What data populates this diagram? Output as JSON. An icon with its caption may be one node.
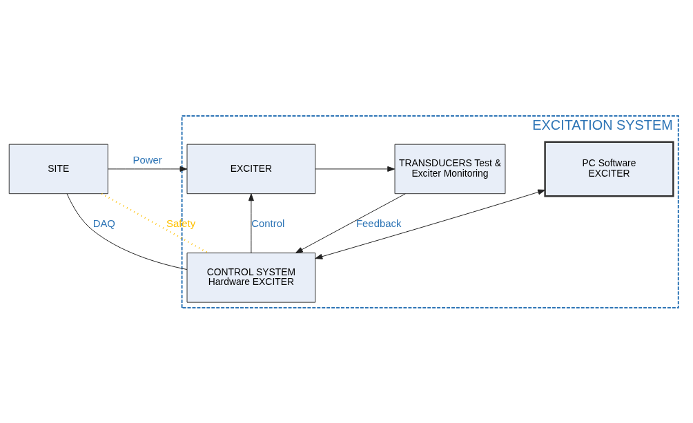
{
  "diagram": {
    "nodes": [
      {
        "text": [
          "EXCITATION SYSTEM"
        ]
      },
      {
        "text": [
          "PC Software EXCITER"
        ],
        "in": 0
      },
      {
        "text": [
          "CONTROL SYSTEM Hardware EXCITER"
        ],
        "in": 0
      },
      {
        "text": [
          "EXCITER"
        ],
        "in": 0
      },
      {
        "text": [
          "TRANSDUCERS Test & Exciter Monitoring"
        ],
        "in": 0
      },
      {
        "text": [
          "SITE"
        ]
      }
    ],
    "edges": [
      {
        "from": 1,
        "to": 2,
        "arrow": "both"
      },
      {
        "from": 5,
        "to": 2,
        "arrow": "none",
        "label": "DAQ"
      },
      {
        "from": 5,
        "to": 2,
        "arrow": "none",
        "label": "Safety",
        "style": "dashed",
        "color": "#ffc000"
      },
      {
        "from": 2,
        "to": 3,
        "arrow": "to",
        "label": "Control"
      },
      {
        "from": 5,
        "to": 3,
        "arrow": "to",
        "label": "Power"
      },
      {
        "from": 3,
        "to": 4,
        "arrow": "to"
      },
      {
        "from": 4,
        "to": 2,
        "arrow": "to",
        "label": "Feedback"
      }
    ]
  }
}
